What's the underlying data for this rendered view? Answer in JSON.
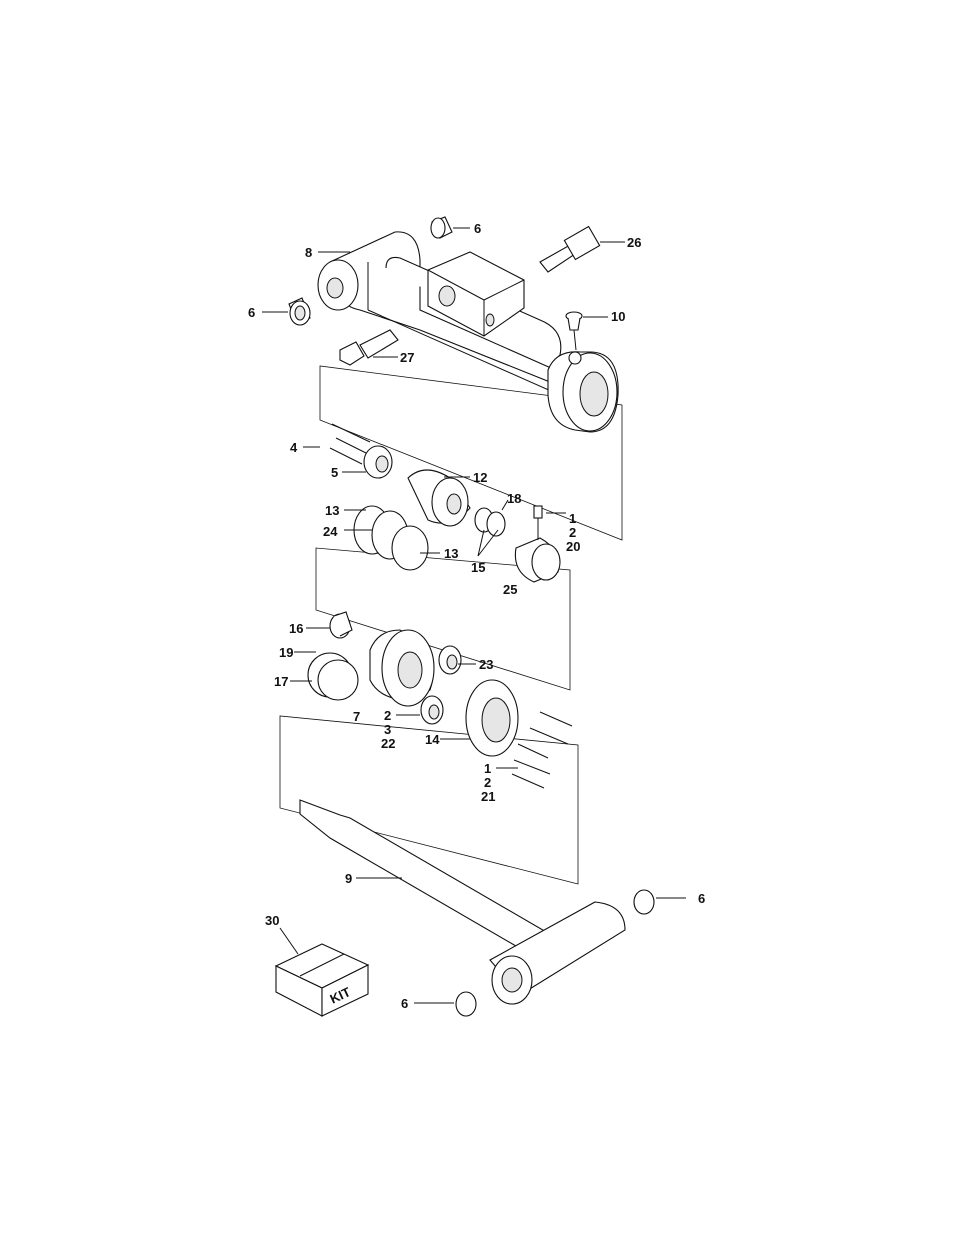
{
  "callouts": {
    "c6a": "6",
    "c6b": "6",
    "c6c": "6",
    "c6d": "6",
    "c8": "8",
    "c26": "26",
    "c10": "10",
    "c27": "27",
    "c4": "4",
    "c5": "5",
    "c12": "12",
    "c13a": "13",
    "c13b": "13",
    "c24": "24",
    "c18": "18",
    "c15": "15",
    "c25": "25",
    "c1_2_20": [
      "1",
      "2",
      "20"
    ],
    "c16": "16",
    "c19": "19",
    "c17": "17",
    "c7": "7",
    "c23": "23",
    "c2_3_22": [
      "2",
      "3",
      "22"
    ],
    "c14": "14",
    "c1_2_21": [
      "1",
      "2",
      "21"
    ],
    "c9": "9",
    "c30": "30"
  },
  "kit_box_label": "KIT"
}
